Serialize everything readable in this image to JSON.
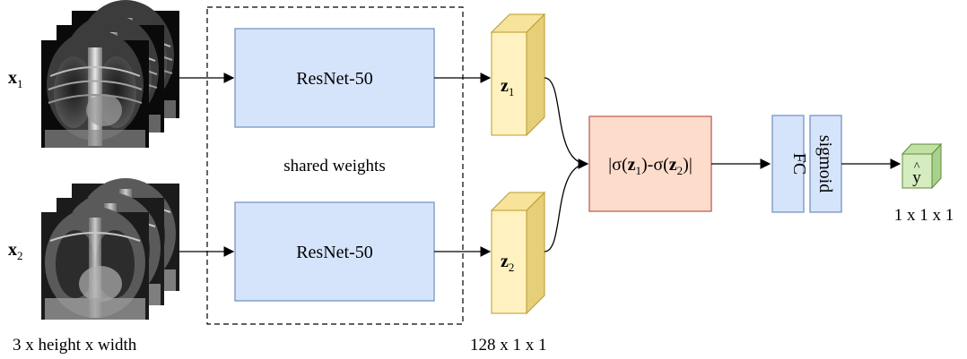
{
  "inputs": {
    "x1": {
      "symbol": "x",
      "sub": "1"
    },
    "x2": {
      "symbol": "x",
      "sub": "2"
    },
    "shape_label": "3 x height x width"
  },
  "encoder": {
    "block1_label": "ResNet-50",
    "block2_label": "ResNet-50",
    "shared_label": "shared weights"
  },
  "embeddings": {
    "z1": {
      "symbol": "z",
      "sub": "1"
    },
    "z2": {
      "symbol": "z",
      "sub": "2"
    },
    "shape_label": "128 x 1 x 1"
  },
  "distance": {
    "open": "|σ(",
    "z1_sym": "z",
    "z1_sub": "1",
    "mid": ")-σ(",
    "z2_sym": "z",
    "z2_sub": "2",
    "close": ")|"
  },
  "head": {
    "fc_label": "FC",
    "sigmoid_label": "sigmoid",
    "output_symbol": "y",
    "output_hat": "^",
    "output_shape": "1 x 1 x 1"
  },
  "colors": {
    "resnet_fill": "#d6e4fb",
    "resnet_stroke": "#6c8ebf",
    "cube_front": "#fff2c0",
    "cube_side": "#e6cf78",
    "cube_top": "#f7e39a",
    "cube_stroke": "#b99b2a",
    "dist_fill": "#fddccb",
    "dist_stroke": "#b85450",
    "fc_fill": "#d6e4fb",
    "fc_stroke": "#6c8ebf",
    "out_front": "#d5ecc0",
    "out_side": "#a9d18e",
    "out_top": "#c1e1a4",
    "out_stroke": "#5f8a3a"
  }
}
